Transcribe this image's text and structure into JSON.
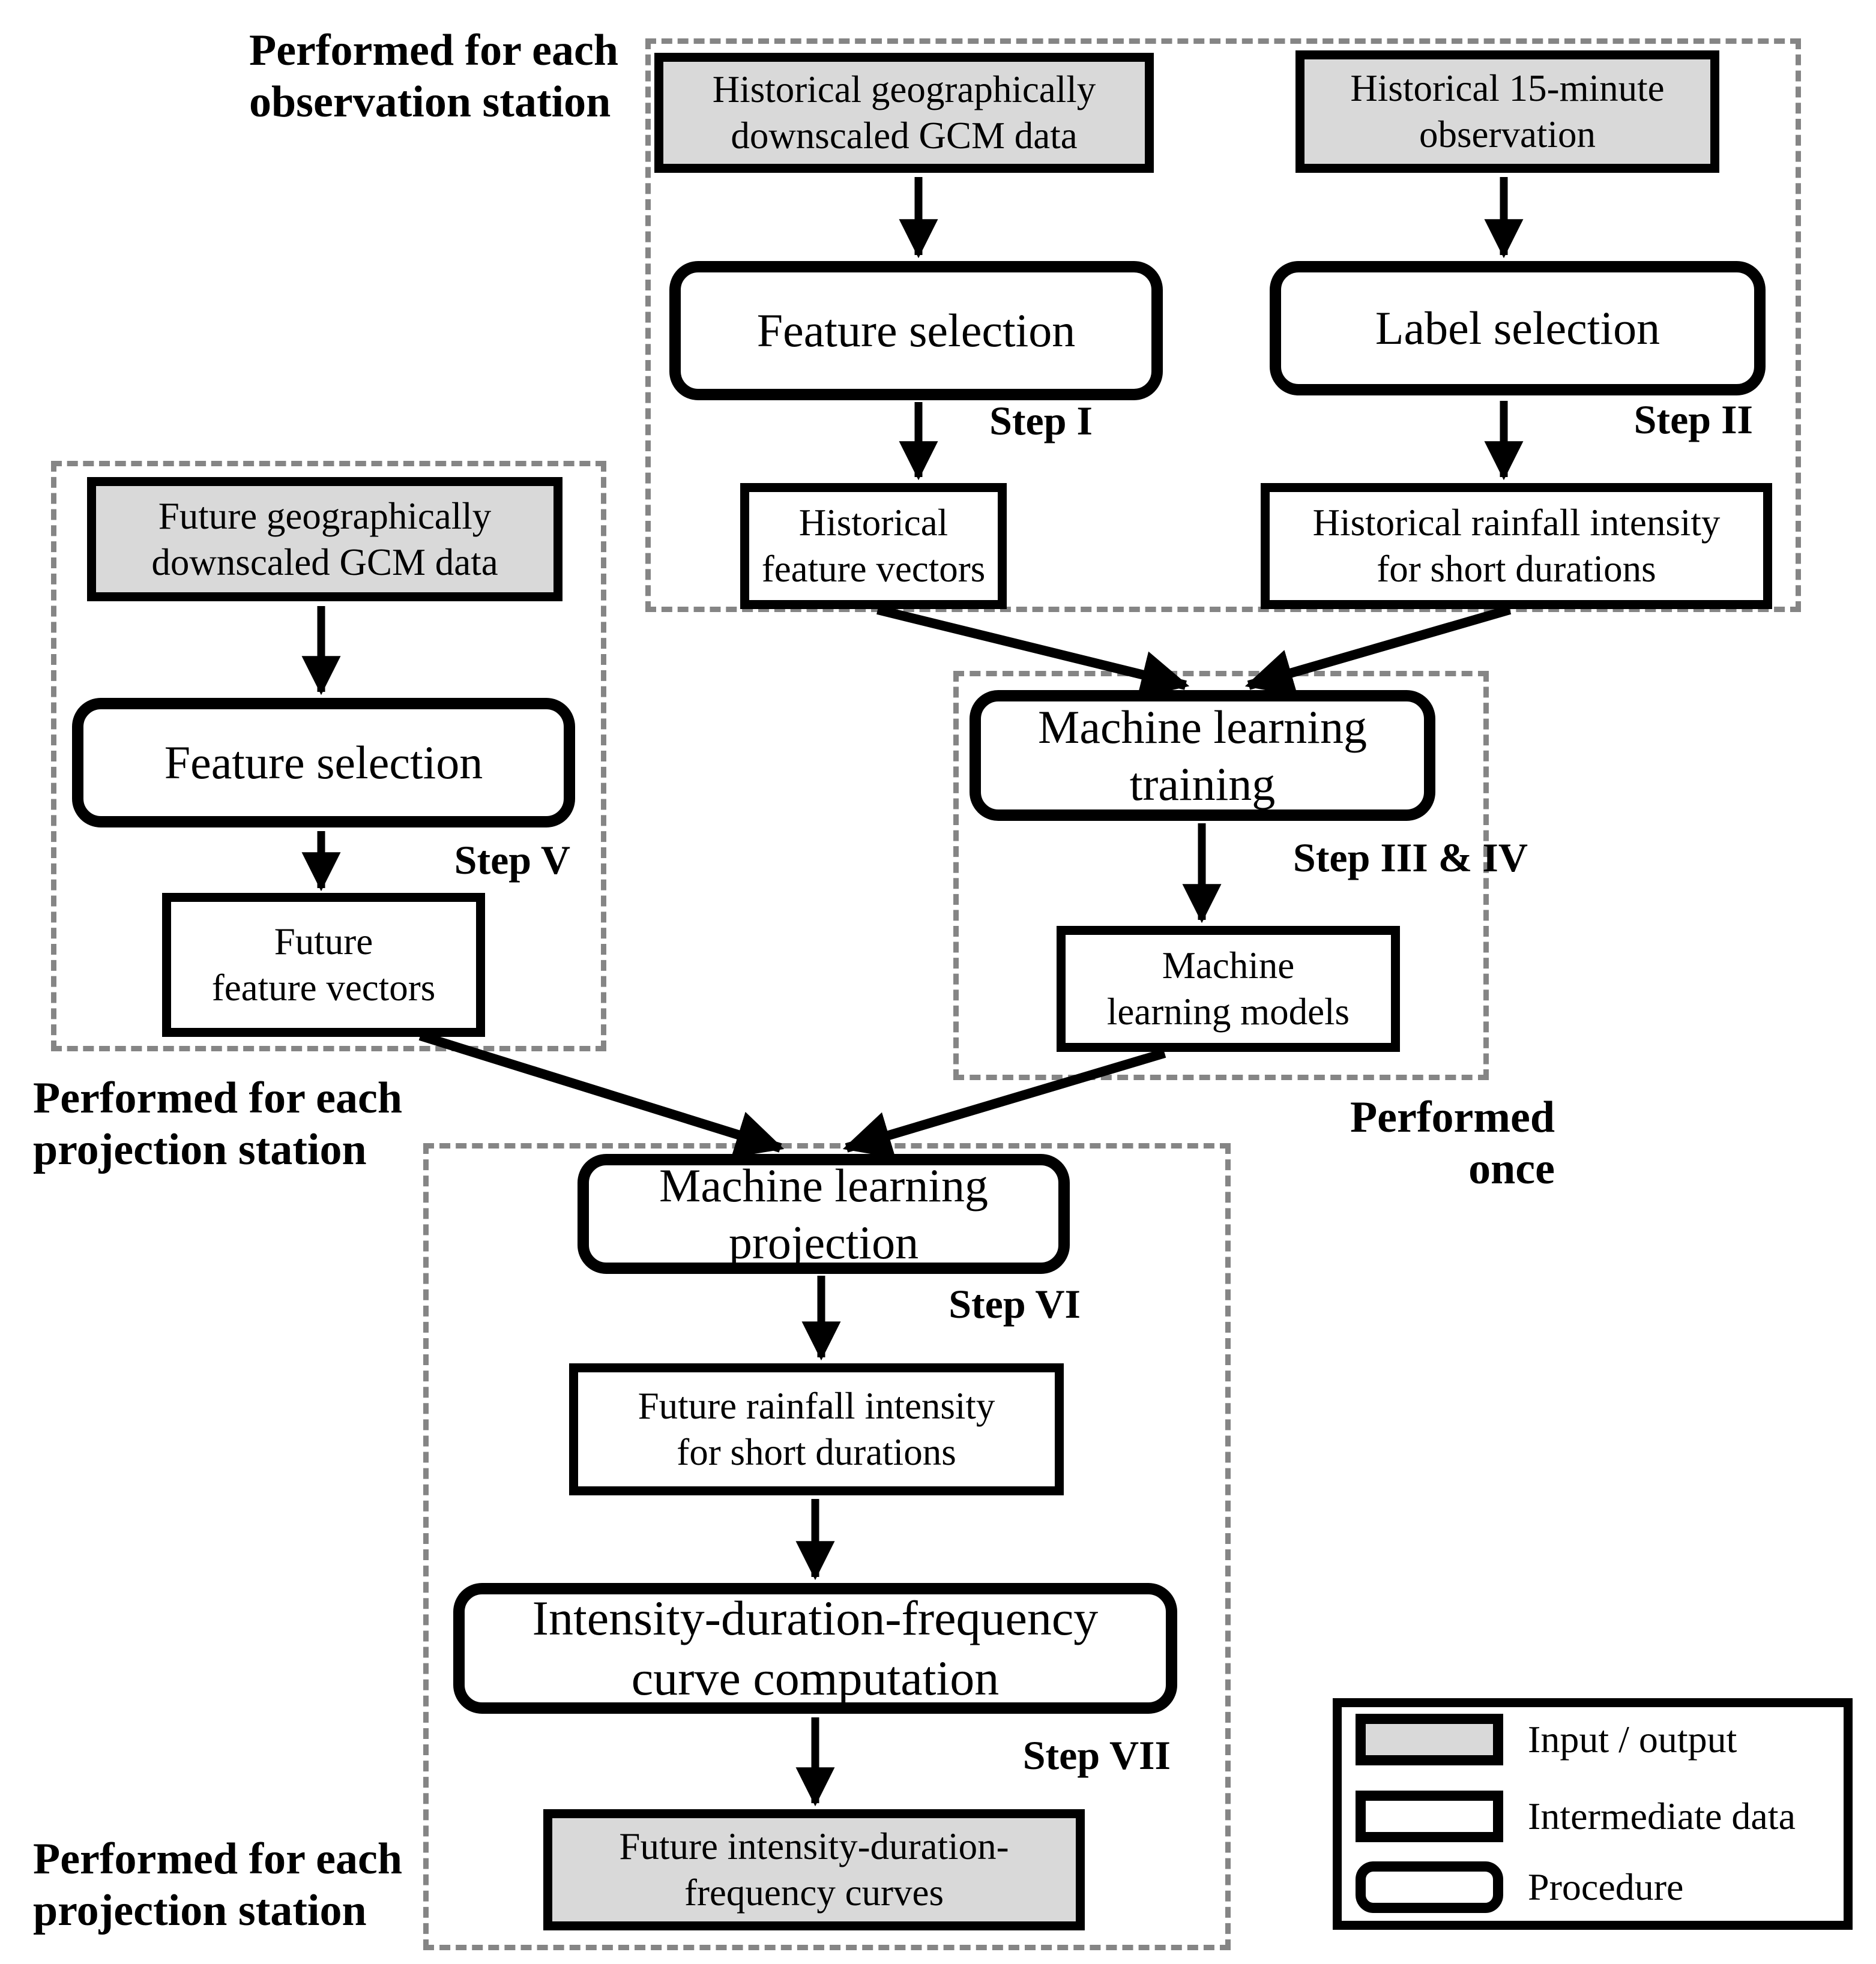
{
  "diagram": {
    "captions": {
      "obs_station": "Performed for each\nobservation station",
      "proj_station_left": "Performed for each\nprojection station",
      "performed_once": "Performed once",
      "proj_station_bottom": "Performed for each\nprojection station"
    },
    "steps": {
      "step1": "Step I",
      "step2": "Step II",
      "step34": "Step III & IV",
      "step5": "Step V",
      "step6": "Step VI",
      "step7": "Step VII"
    },
    "nodes": {
      "hist_gcm": "Historical geographically\ndownscaled GCM data",
      "hist_obs": "Historical 15-minute\nobservation",
      "feature_selection_hist": "Feature selection",
      "label_selection": "Label selection",
      "hist_feature_vectors": "Historical\nfeature vectors",
      "hist_rainfall": "Historical rainfall intensity\nfor short durations",
      "future_gcm": "Future geographically\ndownscaled GCM data",
      "feature_selection_future": "Feature selection",
      "future_feature_vectors": "Future\nfeature vectors",
      "ml_training": "Machine learning\ntraining",
      "ml_models": "Machine\nlearning models",
      "ml_projection": "Machine learning\nprojection",
      "future_rainfall": "Future rainfall intensity\nfor short durations",
      "idf_computation": "Intensity-duration-frequency\ncurve computation",
      "future_idf": "Future intensity-duration-\nfrequency curves"
    },
    "legend": {
      "input_output": "Input / output",
      "intermediate": "Intermediate data",
      "procedure": "Procedure"
    },
    "colors": {
      "io_fill": "#d9d9d9",
      "box_border": "#000000",
      "group_dash": "#858585",
      "background": "#ffffff"
    }
  }
}
